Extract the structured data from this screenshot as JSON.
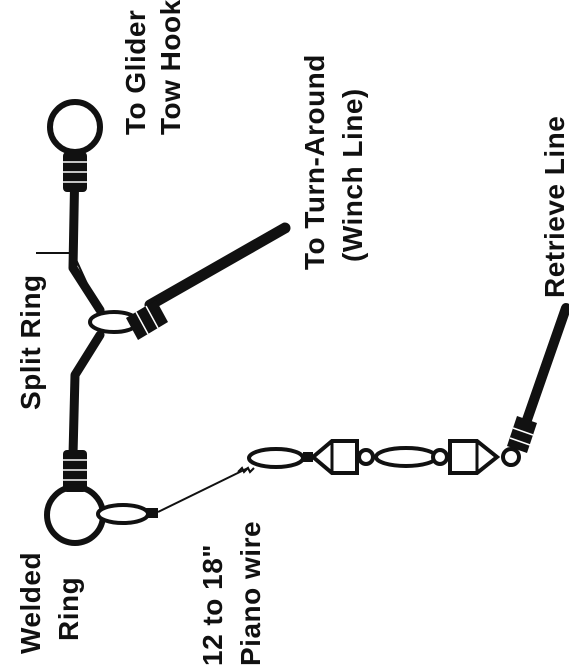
{
  "labels": {
    "glider_line1": "To Glider",
    "glider_line2": "Tow Hook",
    "turnaround_line1": "To Turn-Around",
    "turnaround_line2": "(Winch Line)",
    "retrieve": "Retrieve Line",
    "split_ring": "Split Ring",
    "welded_line1": "Welded",
    "welded_line2": "Ring",
    "piano_line1": "12 to 18\"",
    "piano_line2": "Piano wire"
  },
  "colors": {
    "ink": "#111111",
    "paper": "#ffffff"
  }
}
